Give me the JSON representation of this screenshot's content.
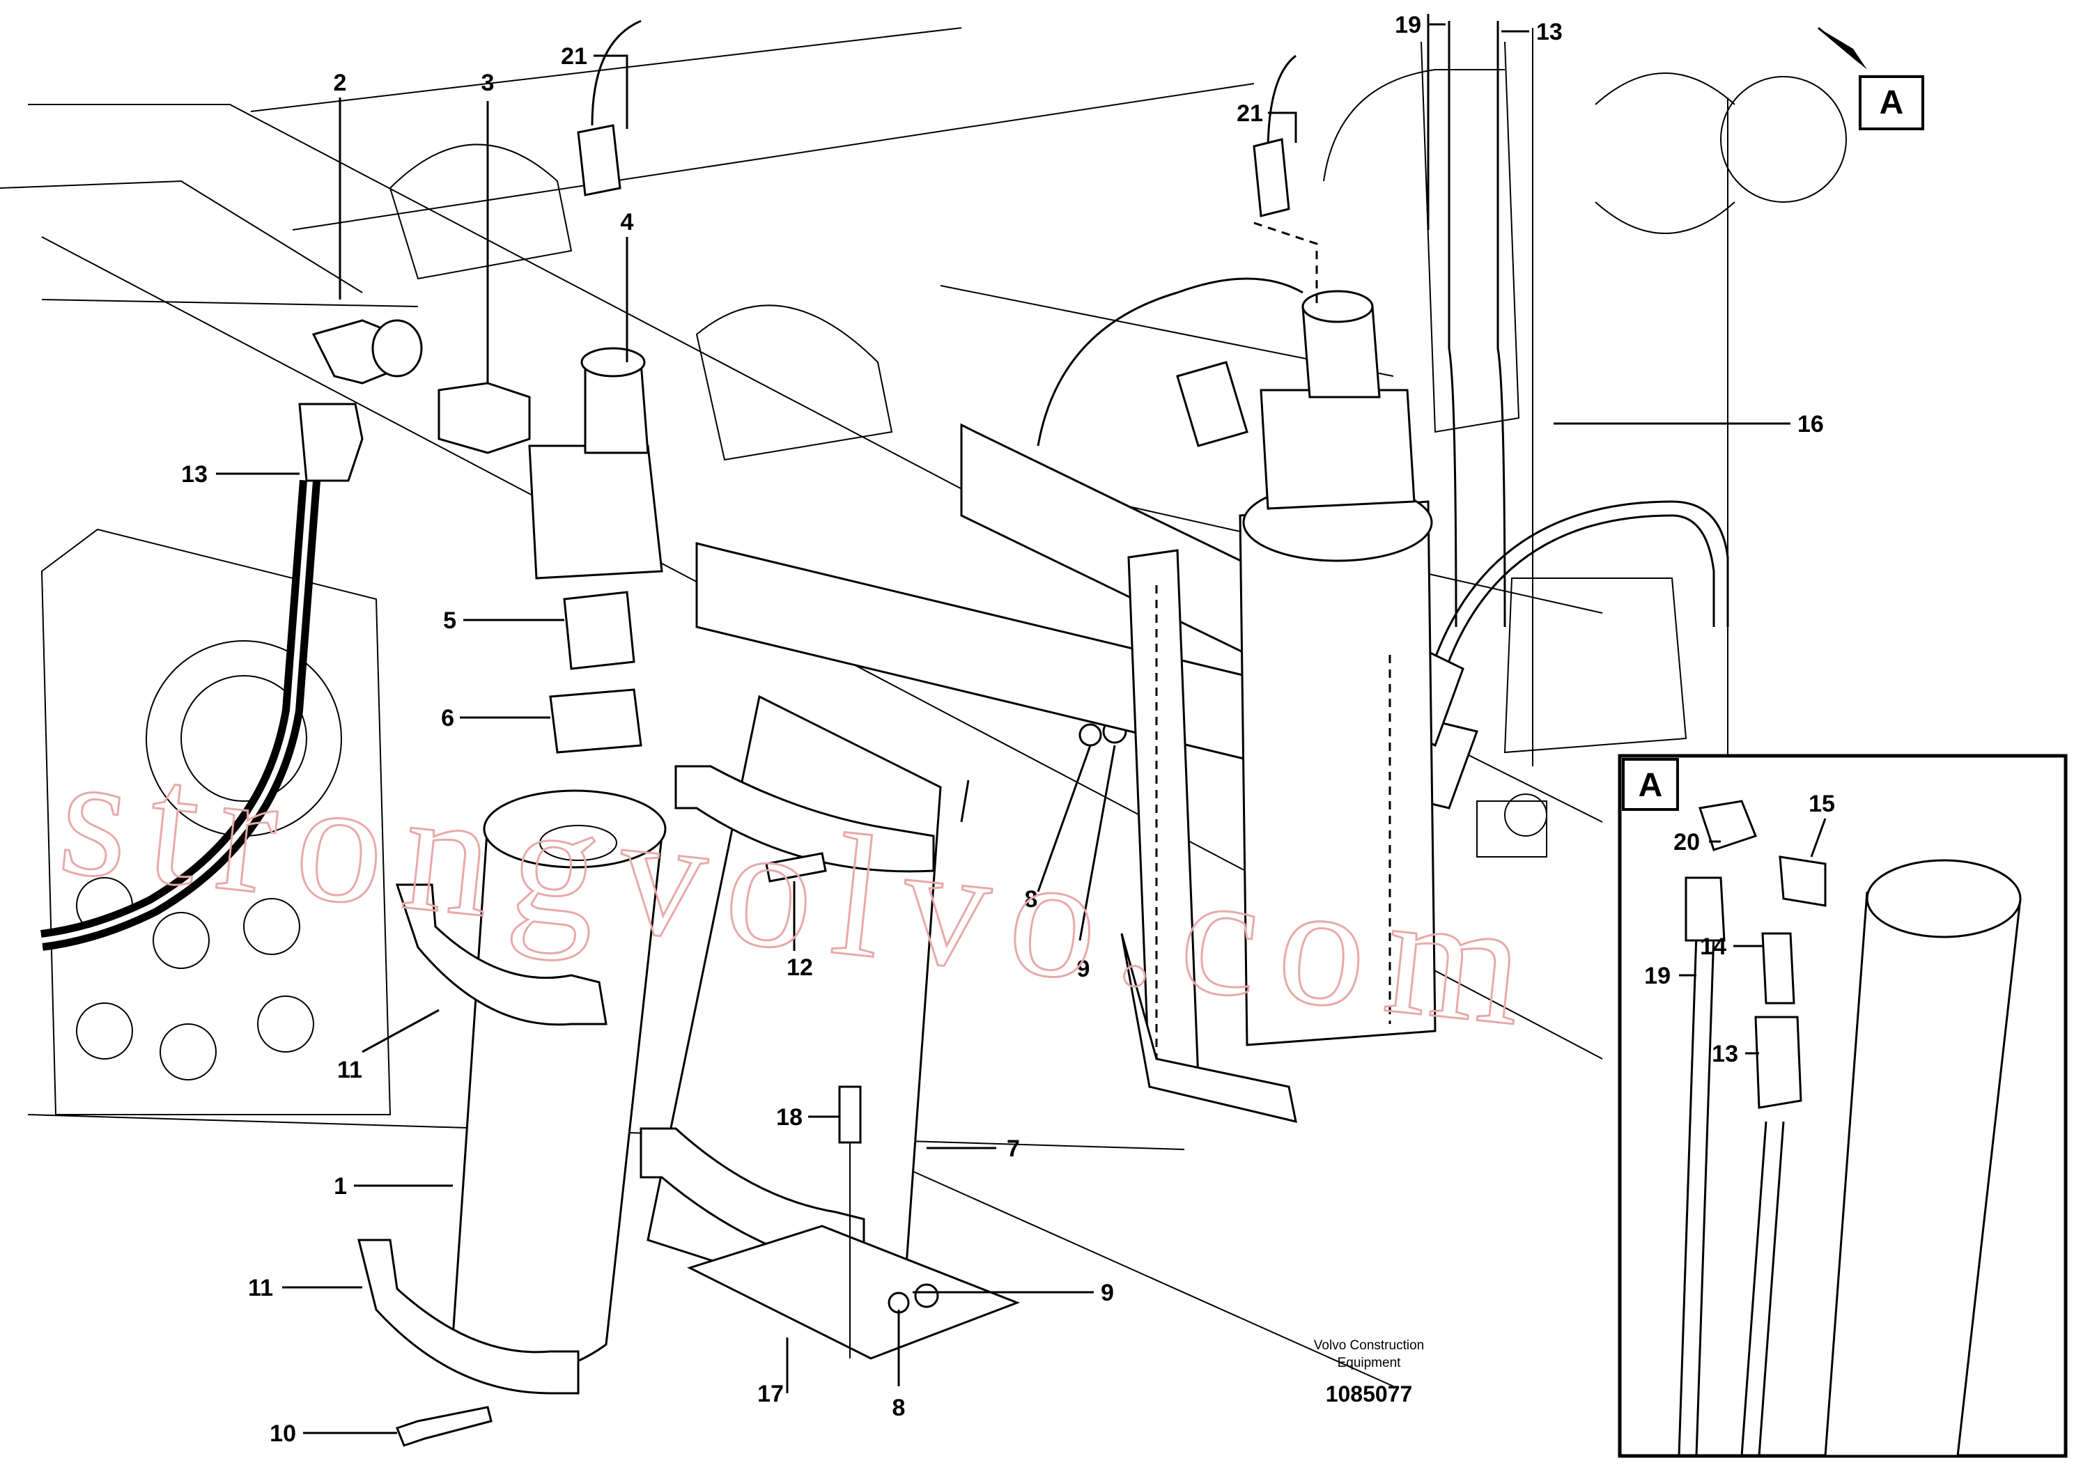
{
  "diagram": {
    "doc_number": "1085077",
    "caption_line1": "Volvo Construction",
    "caption_line2": "Equipment",
    "watermark": "strongvolvo.com",
    "view_marker": "A",
    "detail_marker": "A"
  },
  "callouts": {
    "c1": "1",
    "c2": "2",
    "c3": "3",
    "c4": "4",
    "c5": "5",
    "c6": "6",
    "c7": "7",
    "c8a": "8",
    "c8b": "8",
    "c9a": "9",
    "c9b": "9",
    "c10": "10",
    "c11a": "11",
    "c11b": "11",
    "c12": "12",
    "c13a": "13",
    "c13b": "13",
    "c16": "16",
    "c17": "17",
    "c18": "18",
    "c19a": "19",
    "c21a": "21",
    "c21b": "21"
  },
  "detail_callouts": {
    "c13": "13",
    "c14": "14",
    "c15": "15",
    "c19": "19",
    "c20": "20"
  }
}
